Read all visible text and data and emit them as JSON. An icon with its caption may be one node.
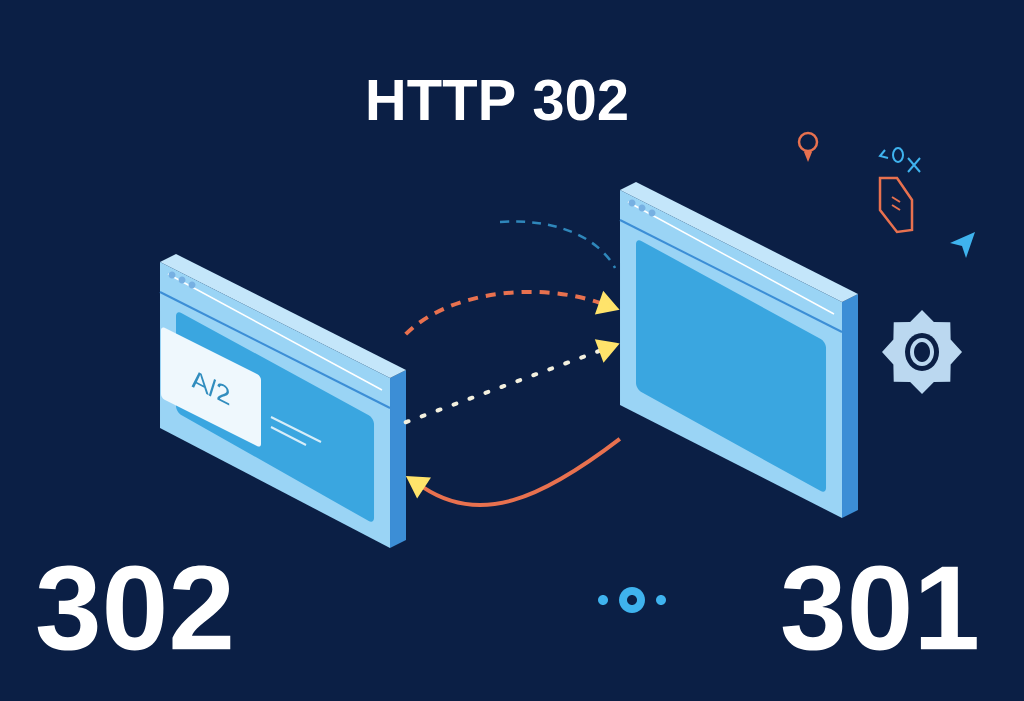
{
  "diagram": {
    "title": "HTTP 302",
    "nodes": [
      {
        "text": [],
        "shape": "box"
      },
      {
        "text": [
          "A/2"
        ],
        "in": 0
      },
      {
        "text": [],
        "shape": "box"
      }
    ],
    "edges": [
      {
        "from": 0,
        "to": 2,
        "arrow": "to",
        "style": "dashed",
        "color": "#e8714f"
      },
      {
        "from": 0,
        "to": 2,
        "arrow": "to",
        "style": "dashed",
        "color": "#f3f0df"
      },
      {
        "from": 2,
        "to": 0,
        "arrow": "to",
        "color": "#e8714f"
      }
    ],
    "labels": [
      "302",
      "301"
    ]
  }
}
